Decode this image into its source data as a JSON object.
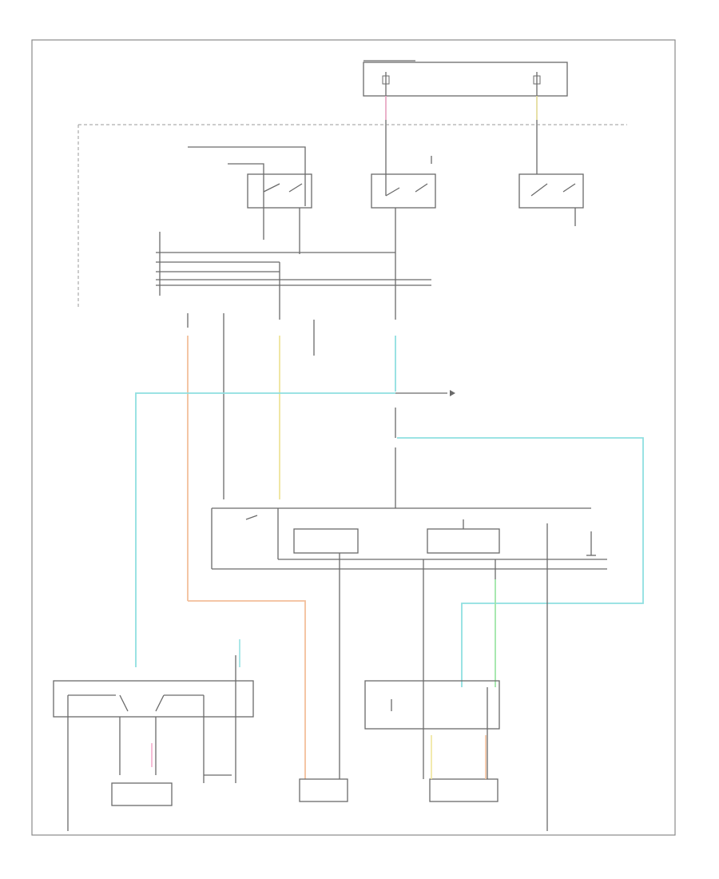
{
  "diagram": {
    "footer_code": "",
    "colors": {
      "wire": "#6a6a6a",
      "wire_cyan": "#8fdfe0",
      "wire_orange": "#f3bf9a",
      "wire_yellow": "#eee49a",
      "wire_pink": "#f2a7c8",
      "wire_green": "#9fe6a8",
      "border": "#8a8a8a"
    },
    "icons": [
      "ground-symbol",
      "connector-arrow",
      "relay-switch"
    ]
  }
}
